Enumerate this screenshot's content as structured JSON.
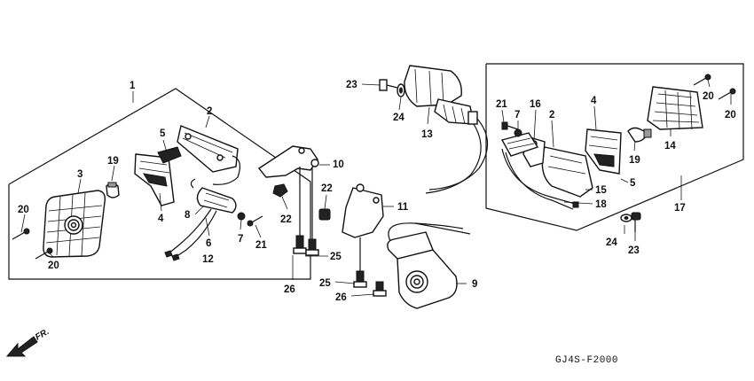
{
  "diagram": {
    "code": "GJ4S-F2000",
    "direction_label": "FR.",
    "callouts": [
      {
        "id": "c1",
        "text": "1"
      },
      {
        "id": "c2a",
        "text": "2"
      },
      {
        "id": "c3",
        "text": "3"
      },
      {
        "id": "c4a",
        "text": "4"
      },
      {
        "id": "c5a",
        "text": "5"
      },
      {
        "id": "c6",
        "text": "6"
      },
      {
        "id": "c7a",
        "text": "7"
      },
      {
        "id": "c8",
        "text": "8"
      },
      {
        "id": "c12",
        "text": "12"
      },
      {
        "id": "c19a",
        "text": "19"
      },
      {
        "id": "c20a",
        "text": "20"
      },
      {
        "id": "c20b",
        "text": "20"
      },
      {
        "id": "c21a",
        "text": "21"
      },
      {
        "id": "c10",
        "text": "10"
      },
      {
        "id": "c22a",
        "text": "22"
      },
      {
        "id": "c22b",
        "text": "22"
      },
      {
        "id": "c25a",
        "text": "25"
      },
      {
        "id": "c26a",
        "text": "26"
      },
      {
        "id": "c11",
        "text": "11"
      },
      {
        "id": "c25b",
        "text": "25"
      },
      {
        "id": "c26b",
        "text": "26"
      },
      {
        "id": "c9",
        "text": "9"
      },
      {
        "id": "c23a",
        "text": "23"
      },
      {
        "id": "c24a",
        "text": "24"
      },
      {
        "id": "c13",
        "text": "13"
      },
      {
        "id": "c21b",
        "text": "21"
      },
      {
        "id": "c7b",
        "text": "7"
      },
      {
        "id": "c16",
        "text": "16"
      },
      {
        "id": "c2b",
        "text": "2"
      },
      {
        "id": "c4b",
        "text": "4"
      },
      {
        "id": "c20c",
        "text": "20"
      },
      {
        "id": "c20d",
        "text": "20"
      },
      {
        "id": "c14",
        "text": "14"
      },
      {
        "id": "c19b",
        "text": "19"
      },
      {
        "id": "c5b",
        "text": "5"
      },
      {
        "id": "c15",
        "text": "15"
      },
      {
        "id": "c18",
        "text": "18"
      },
      {
        "id": "c17",
        "text": "17"
      },
      {
        "id": "c24b",
        "text": "24"
      },
      {
        "id": "c23b",
        "text": "23"
      }
    ]
  }
}
